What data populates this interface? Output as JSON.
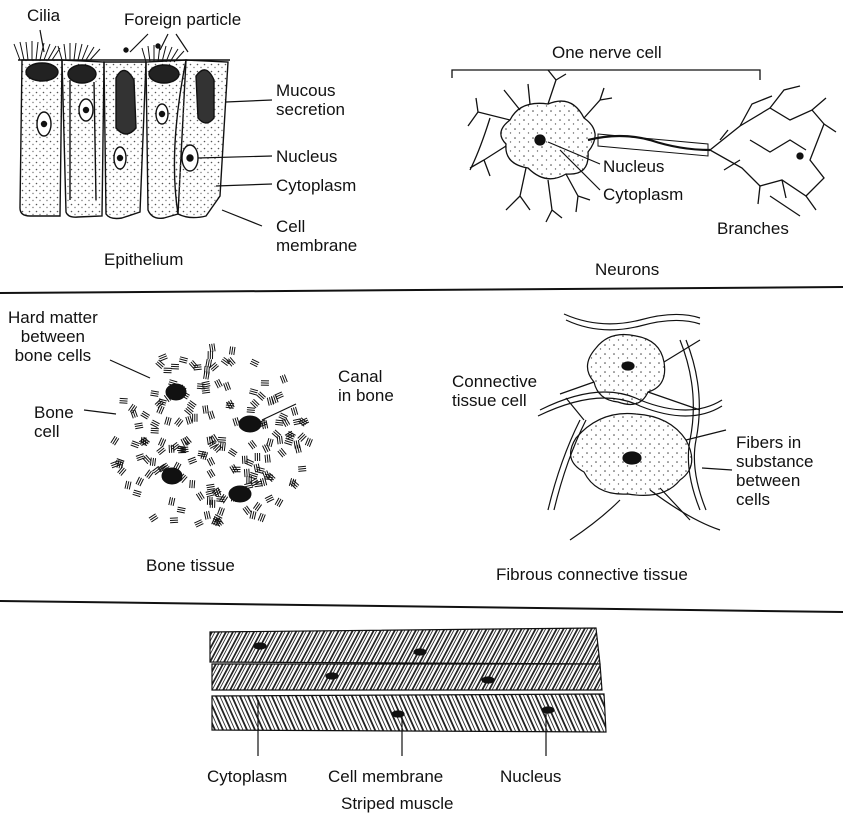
{
  "epithelium": {
    "caption": "Epithelium",
    "labels": {
      "cilia": "Cilia",
      "foreign_particle": "Foreign particle",
      "mucous_secretion": "Mucous\nsecretion",
      "nucleus": "Nucleus",
      "cytoplasm": "Cytoplasm",
      "cell_membrane": "Cell\nmembrane"
    }
  },
  "neurons": {
    "caption": "Neurons",
    "labels": {
      "one_nerve_cell": "One nerve cell",
      "nucleus": "Nucleus",
      "cytoplasm": "Cytoplasm",
      "branches": "Branches"
    }
  },
  "bone": {
    "caption": "Bone tissue",
    "labels": {
      "hard_matter": "Hard matter\nbetween\nbone cells",
      "bone_cell": "Bone\ncell",
      "canal": "Canal\nin bone"
    }
  },
  "connective": {
    "caption": "Fibrous connective tissue",
    "labels": {
      "connective_cell": "Connective\ntissue cell",
      "fibers": "Fibers in\nsubstance\nbetween\ncells"
    }
  },
  "muscle": {
    "caption": "Striped muscle",
    "labels": {
      "cytoplasm": "Cytoplasm",
      "cell_membrane": "Cell membrane",
      "nucleus": "Nucleus"
    }
  }
}
